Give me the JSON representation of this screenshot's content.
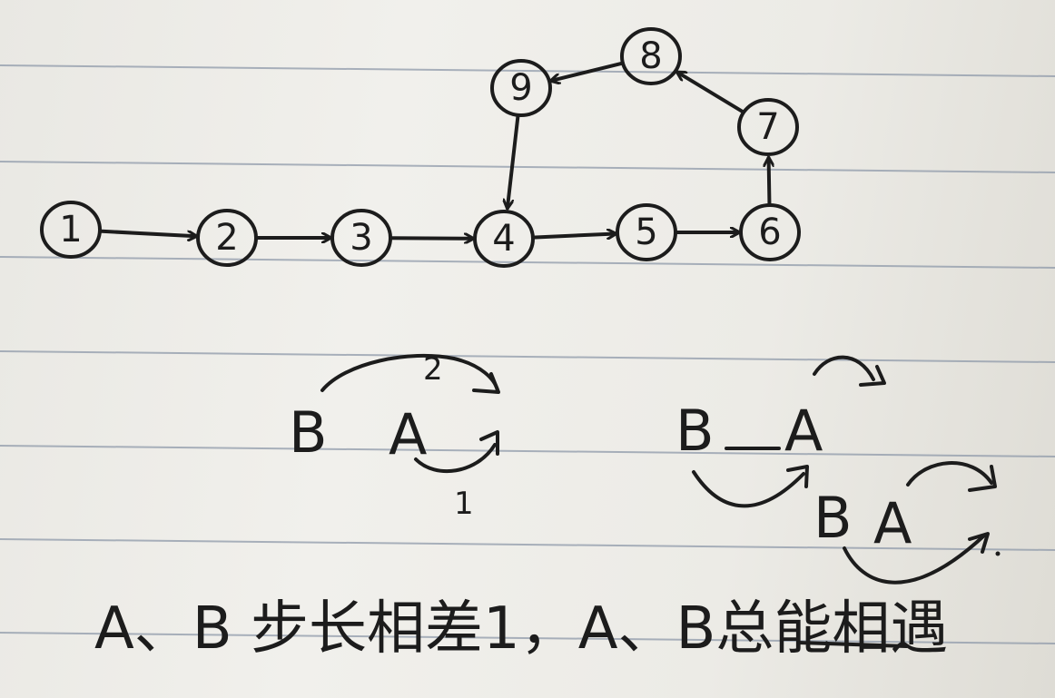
{
  "graph": {
    "nodes": [
      {
        "id": "1",
        "label": "1"
      },
      {
        "id": "2",
        "label": "2"
      },
      {
        "id": "3",
        "label": "3"
      },
      {
        "id": "4",
        "label": "4"
      },
      {
        "id": "5",
        "label": "5"
      },
      {
        "id": "6",
        "label": "6"
      },
      {
        "id": "7",
        "label": "7"
      },
      {
        "id": "8",
        "label": "8"
      },
      {
        "id": "9",
        "label": "9"
      }
    ],
    "edges": [
      [
        "1",
        "2"
      ],
      [
        "2",
        "3"
      ],
      [
        "3",
        "4"
      ],
      [
        "4",
        "5"
      ],
      [
        "5",
        "6"
      ],
      [
        "6",
        "7"
      ],
      [
        "7",
        "8"
      ],
      [
        "8",
        "9"
      ],
      [
        "9",
        "4"
      ]
    ]
  },
  "illustration_left": {
    "pointer_b": "B",
    "pointer_a": "A",
    "step_b": "2",
    "step_a": "1"
  },
  "illustration_right": {
    "pointer_b_before": "B",
    "pointer_a_before": "A",
    "pointer_b_after": "B",
    "pointer_a_after": "A"
  },
  "caption": "A、B 步长相差1，A、B总能相遇"
}
